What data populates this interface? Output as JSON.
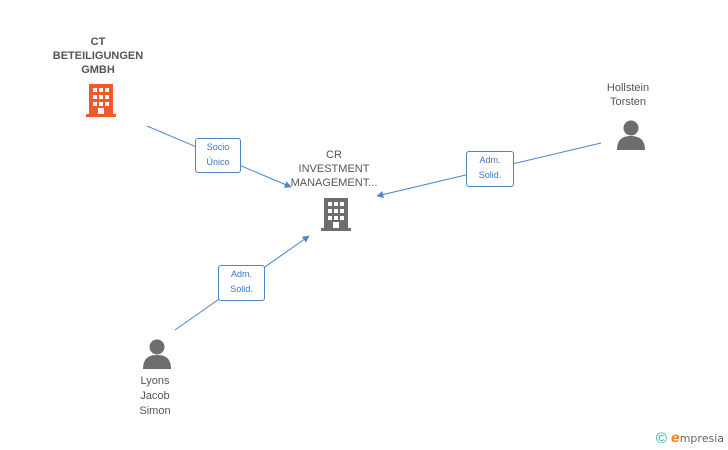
{
  "nodes": {
    "ct_beteiligungen": {
      "lines": [
        "CT",
        "BETEILIGUNGEN",
        "GMBH"
      ],
      "icon": "building-icon",
      "color": "#f05a28"
    },
    "cr_investment": {
      "lines": [
        "CR",
        "INVESTMENT",
        "MANAGEMENT..."
      ],
      "icon": "building-icon",
      "color": "#6d6d6d"
    },
    "hollstein_torsten": {
      "lines": [
        "Hollstein",
        "Torsten"
      ],
      "icon": "person-icon",
      "color": "#6d6d6d"
    },
    "lyons_jacob_simon": {
      "lines": [
        "Lyons",
        "Jacob",
        "Simon"
      ],
      "icon": "person-icon",
      "color": "#6d6d6d"
    }
  },
  "edges": {
    "ct_to_cr": {
      "lines": [
        "Socio",
        "Único"
      ]
    },
    "hollstein_to_cr": {
      "lines": [
        "Adm.",
        "Solid."
      ]
    },
    "lyons_to_cr": {
      "lines": [
        "Adm.",
        "Solid."
      ]
    }
  },
  "colors": {
    "edge": "#4a86c8",
    "label_border": "#4a86c8",
    "label_text": "#3a78bf"
  },
  "footer": {
    "copyright_symbol": "©",
    "brand_initial": "e",
    "brand_rest": "mpresia"
  }
}
